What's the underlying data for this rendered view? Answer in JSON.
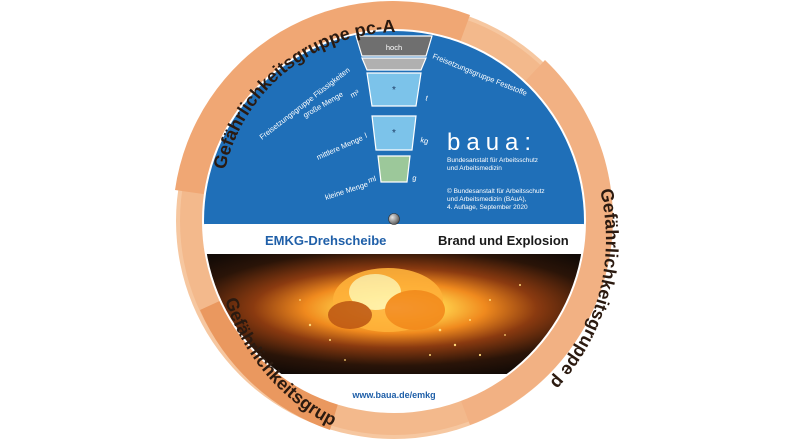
{
  "ring": {
    "group_a": "Gefährlichkeitsgruppe pc-A",
    "group_b": "Gefährlichkeitsgruppe pc-B",
    "group_c": "Gefährlichkeitsgruppe pc-C"
  },
  "blue_panel": {
    "level_label": "hoch",
    "release_liquids": "Freisetzungsgruppe Flüssigkeiten",
    "release_solids": "Freisetzungsgruppe Feststoffe",
    "large_amount": "große Menge",
    "large_unit_left": "m³",
    "large_unit_right": "t",
    "medium_amount": "mittlere Menge",
    "medium_unit_left": "l",
    "medium_unit_right": "kg",
    "small_amount": "kleine Menge",
    "small_unit_left": "ml",
    "small_unit_right": "g",
    "star_marker": "*",
    "logo_text": "baua:",
    "logo_line1": "Bundesanstalt für Arbeitsschutz",
    "logo_line2": "und Arbeitsmedizin",
    "copyright_line1": "© Bundesanstalt für Arbeitsschutz",
    "copyright_line2": "und Arbeitsmedizin (BAuA),",
    "copyright_line3": "4. Auflage, September 2020"
  },
  "band": {
    "left_title": "EMKG-Drehscheibe",
    "right_title": "Brand und Explosion"
  },
  "footer": {
    "url": "www.baua.de/emkg"
  },
  "colors": {
    "ring_outer": "#f3b98c",
    "ring_dark": "#e8935a",
    "blue": "#1f6fb8",
    "light_blue": "#7cc3ea",
    "green": "#9cc89a",
    "gray": "#6f6f6f",
    "title_blue": "#1f5fa8"
  }
}
